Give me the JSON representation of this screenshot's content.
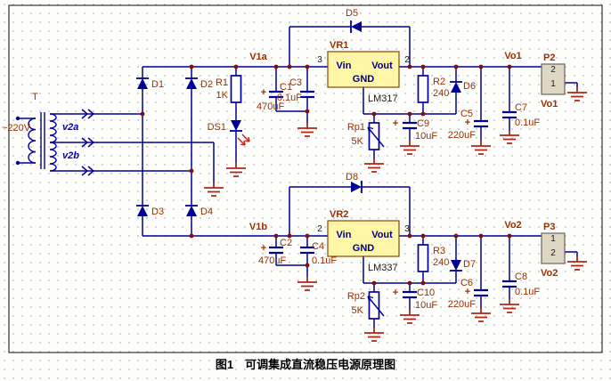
{
  "figure": {
    "caption": "图1　可调集成直流稳压电源原理图"
  },
  "colors": {
    "wire": "#000096",
    "label": "#9c2f00",
    "ground": "#b02518",
    "part_fill": "#fff6a8",
    "part_stroke": "#8b4500"
  },
  "transformer": {
    "designator": "T",
    "mains": "~220V",
    "winding_a": "v2a",
    "winding_b": "v2b"
  },
  "bridge": {
    "d1": "D1",
    "d2": "D2",
    "d3": "D3",
    "d4": "D4"
  },
  "nets": {
    "v1a": "V1a",
    "v1b": "V1b",
    "vo1": "Vo1",
    "vo2": "Vo2"
  },
  "indicator": {
    "r1": "R1",
    "r1_value": "1K",
    "ds1": "DS1"
  },
  "caps": {
    "plus": "+",
    "c1": "C1",
    "c1_value": "470uF",
    "c2": "C2",
    "c2_value": "470uF",
    "c3": "C3",
    "c3_value": "0.1uF",
    "c4": "C4",
    "c4_value": "0.1uF"
  },
  "reg_pos": {
    "ref": "VR1",
    "part": "LM317",
    "vin": "Vin",
    "vout": "Vout",
    "gnd": "GND",
    "pin_in": "3",
    "pin_out": "2",
    "d5": "D5",
    "d6": "D6",
    "r2": "R2",
    "r2_value": "240",
    "rp1": "Rp1",
    "rp1_value": "5K",
    "c9": "C9",
    "c9_value": "10uF",
    "c5": "C5",
    "c5_value": "220uF",
    "c7": "C7",
    "c7_value": "0.1uF"
  },
  "reg_neg": {
    "ref": "VR2",
    "part": "LM337",
    "vin": "Vin",
    "vout": "Vout",
    "gnd": "GND",
    "pin_in": "2",
    "pin_out": "3",
    "d8": "D8",
    "d7": "D7",
    "r3": "R3",
    "r3_value": "240",
    "rp2": "Rp2",
    "rp2_value": "5K",
    "c10": "C10",
    "c10_value": "10uF",
    "c6": "C6",
    "c6_value": "220uF",
    "c8": "C8",
    "c8_value": "0.1uF"
  },
  "connectors": {
    "p2": {
      "ref": "P2",
      "pin_top": "2",
      "pin_bottom": "1"
    },
    "p3": {
      "ref": "P3",
      "pin_top": "1",
      "pin_bottom": "2"
    }
  }
}
